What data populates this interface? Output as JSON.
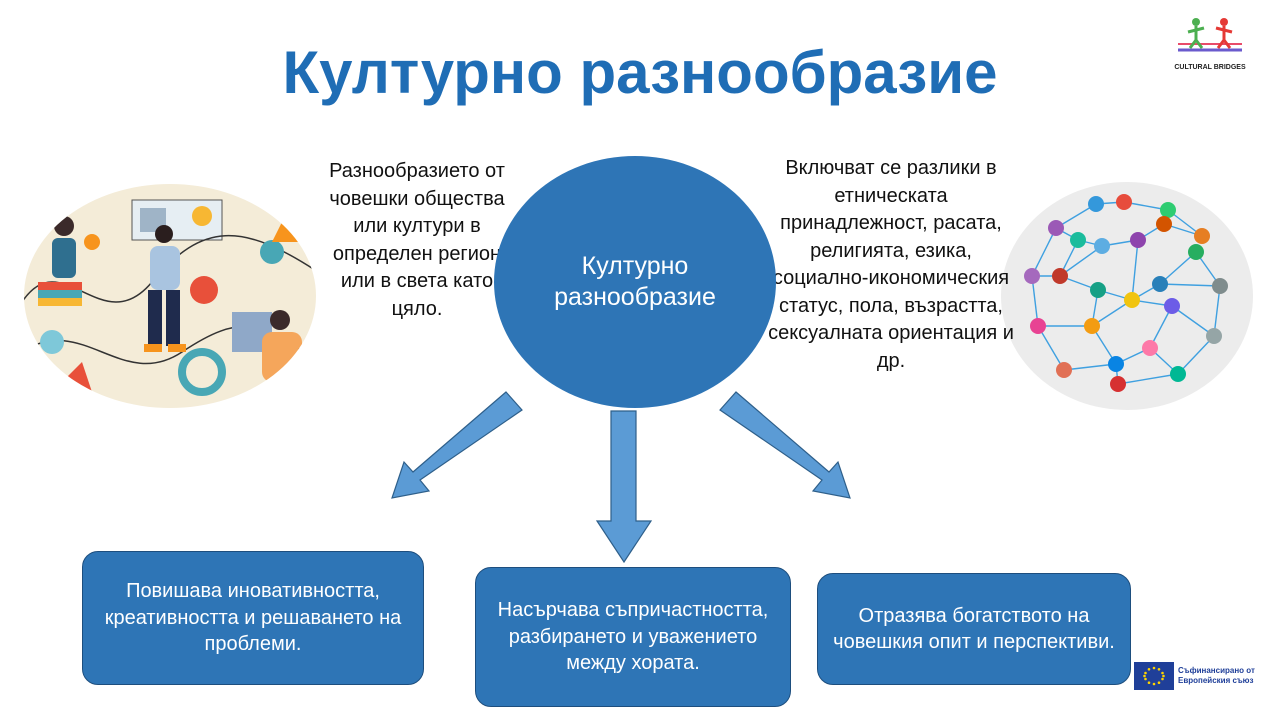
{
  "slide": {
    "title": "Културно разнообразие",
    "center_label": "Културно разнообразие",
    "left_text": "Разнообразието от човешки общества или култури в определен регион или в света като цяло.",
    "right_text": "Включват се разлики в етническата принадлежност, расата, религията, езика, социално-икономическия статус, пола, възрастта, сексуалната ориентация и др.",
    "boxes": [
      {
        "text": "Повишава иновативността, креативността и решаването на проблеми."
      },
      {
        "text": "Насърчава съпричастността, разбирането и уважението между хората."
      },
      {
        "text": "Отразява богатството на човешкия опит и перспективи."
      }
    ]
  },
  "logos": {
    "cultural_bridges": "CULTURAL BRIDGES",
    "eu_funding": "Съфинансирано от Европейския съюз"
  },
  "colors": {
    "title": "#1f6db5",
    "shape_fill": "#2e75b6",
    "arrow_fill": "#5b9bd5",
    "arrow_stroke": "#2e5f8a"
  },
  "icons": [
    "cultural-bridges-logo-icon",
    "people-learning-illustration",
    "diverse-network-illustration",
    "eu-flag-icon"
  ]
}
